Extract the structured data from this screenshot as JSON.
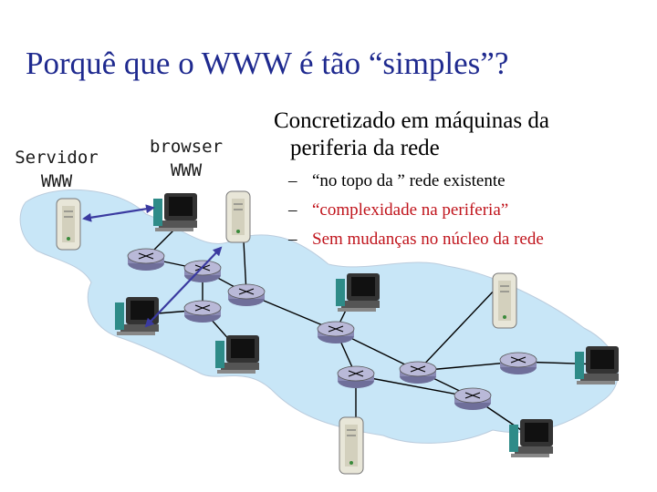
{
  "slide": {
    "title": "Porquê que o WWW é tão  “simples”?",
    "server_label_line1": "Servidor",
    "server_label_line2": "WWW",
    "browser_label_line1": "browser",
    "browser_label_line2": "WWW",
    "main_line1": "Concretizado em máquinas da",
    "main_line2": "periferia da  rede",
    "bullets": [
      {
        "dash": "–",
        "text": "“no topo da ” rede existente",
        "color": "#000000"
      },
      {
        "dash": "–",
        "text": "“complexidade na periferia”",
        "color": "#c0141c"
      },
      {
        "dash": "–",
        "text": "Sem mudanças no núcleo da rede",
        "color": "#c0141c"
      }
    ]
  },
  "colors": {
    "title": "#1f2a8f",
    "network_cloud": "#c8e6f7",
    "arrow": "#3a3aa0",
    "link": "#000000",
    "router": "#8b8bb5"
  }
}
